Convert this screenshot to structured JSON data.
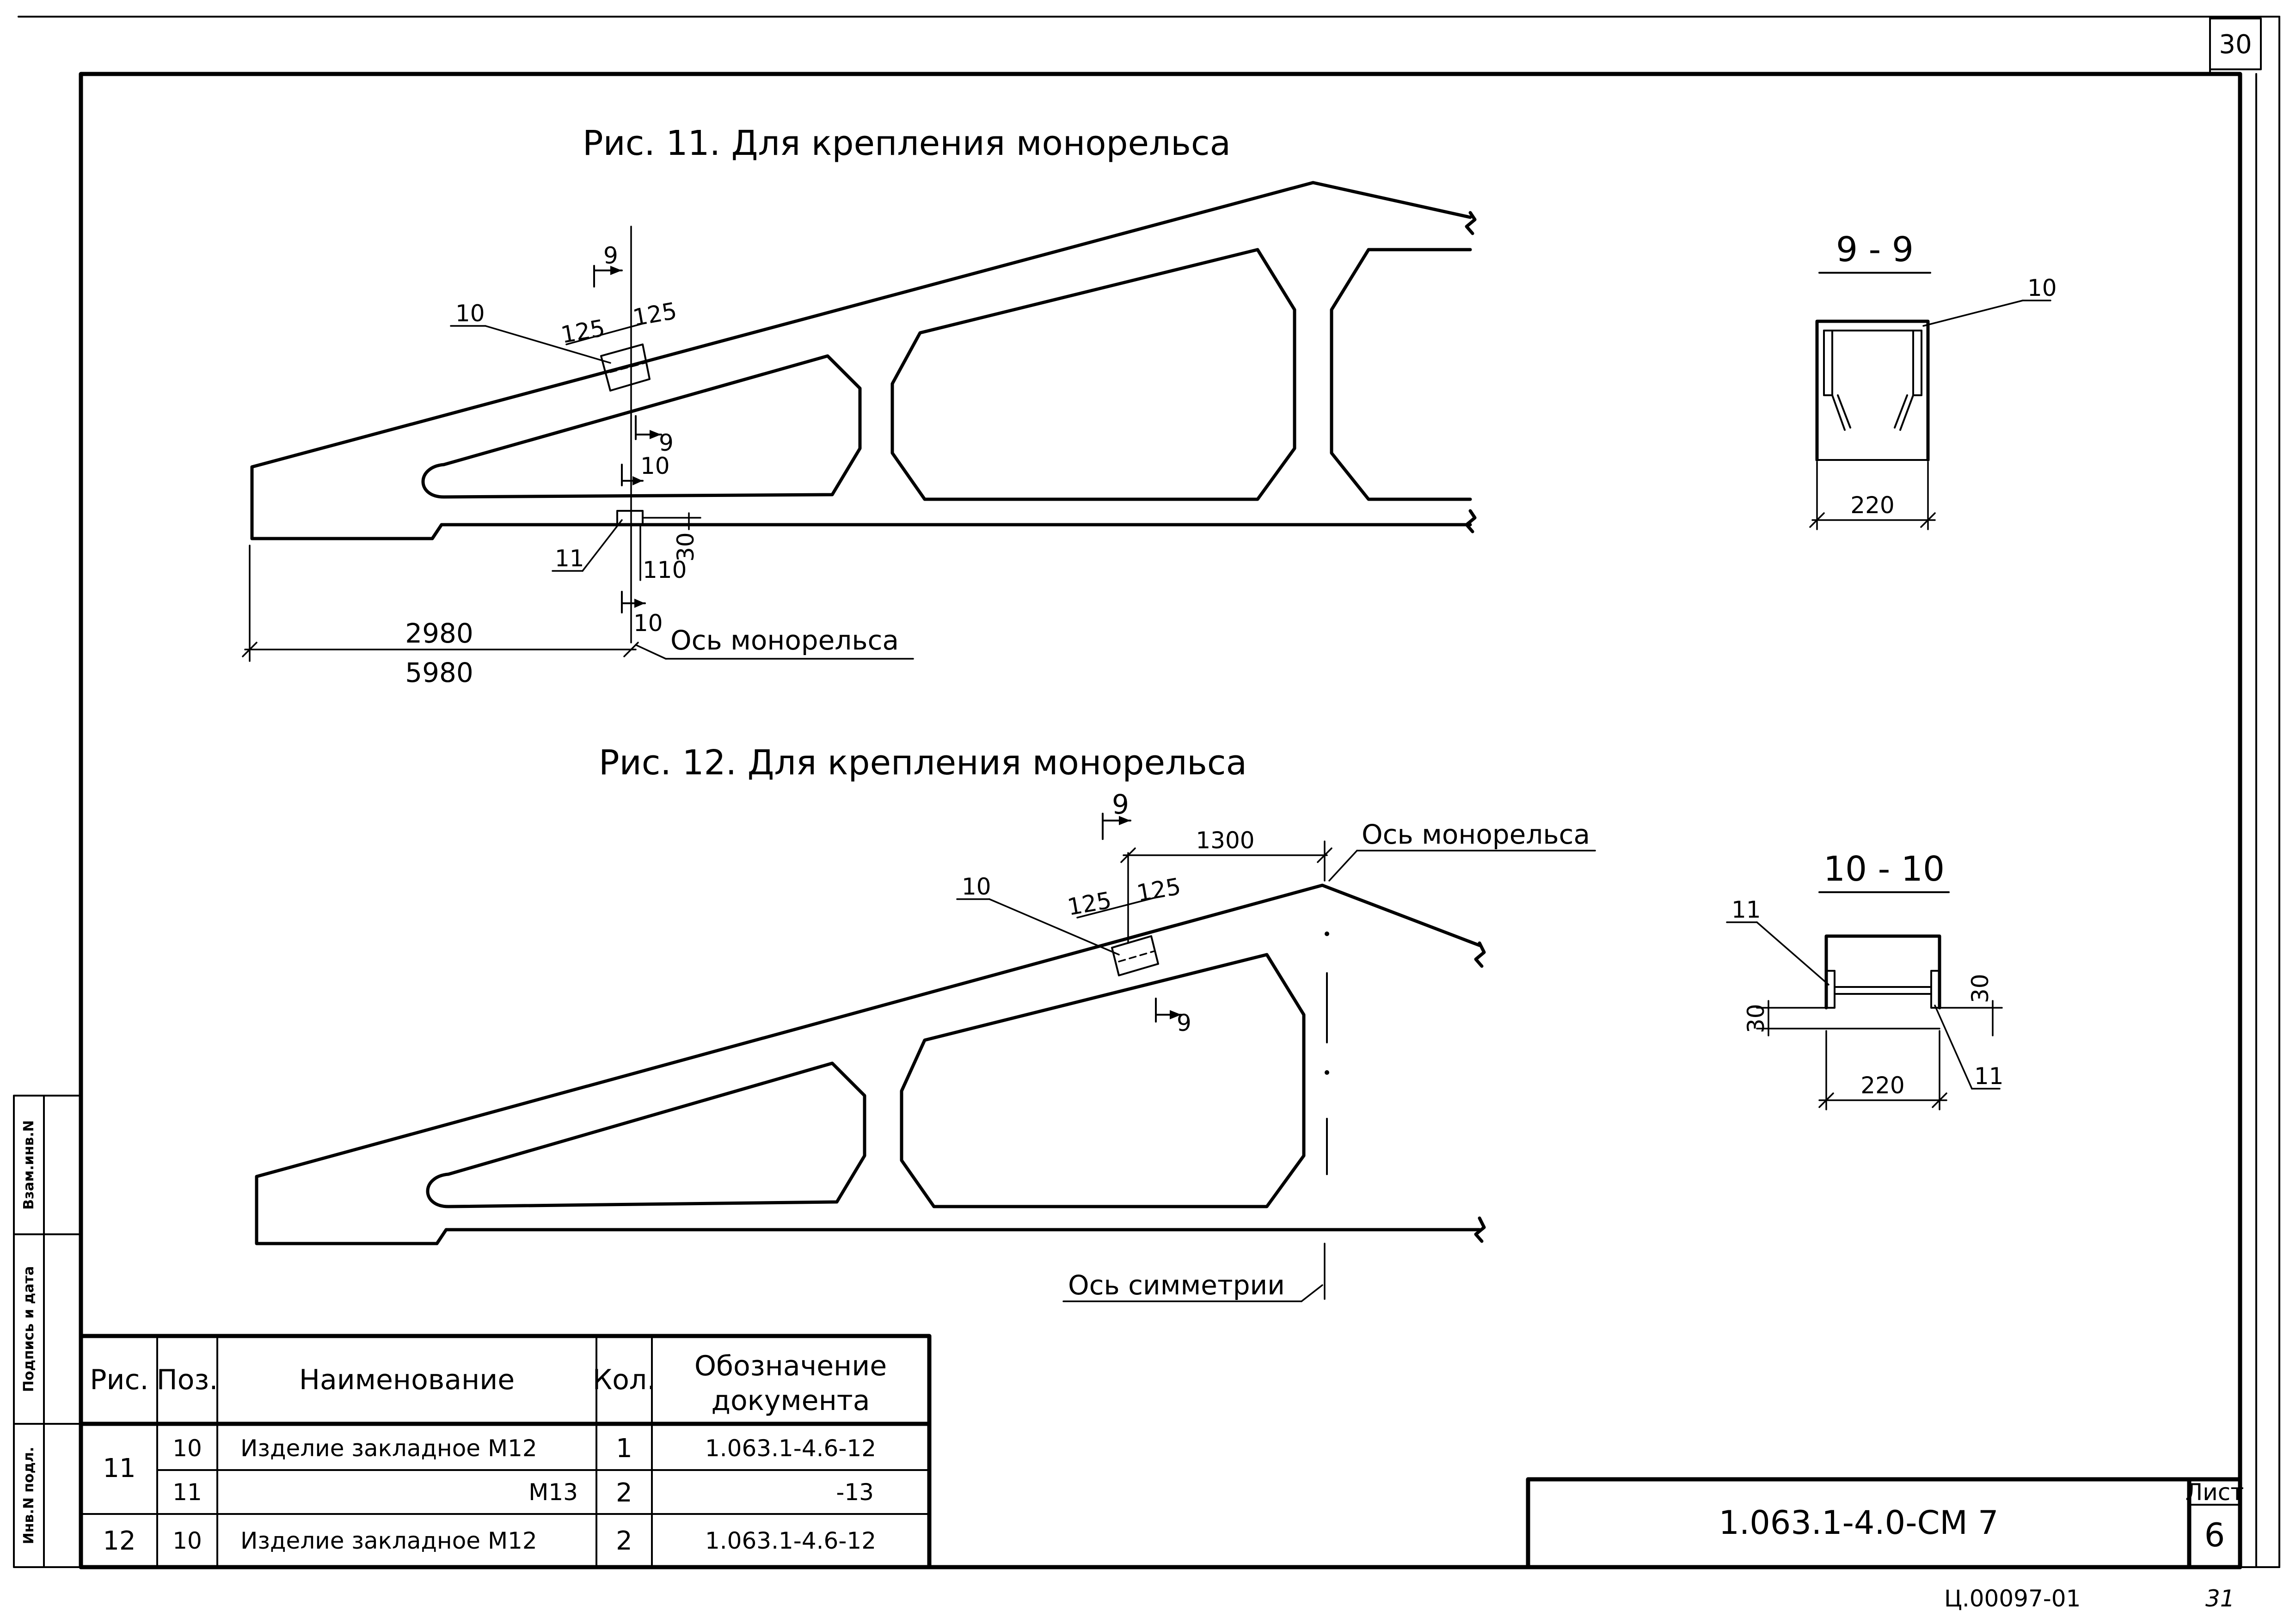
{
  "sheet": {
    "sheet_number_top": "30",
    "bottom_code": "Ц.00097-01",
    "bottom_page": "31",
    "designation": "1.063.1-4.0-СМ 7",
    "list_label": "Лист",
    "list_number": "6"
  },
  "side_stamp": {
    "cell1": "Взам.инв.N",
    "cell2": "Подпись и дата",
    "cell3": "Инв.N подл."
  },
  "fig11": {
    "caption": "Рис. 11. Для крепления монорельса",
    "pos_10": "10",
    "pos_11": "11",
    "cut_9": "9",
    "cut_10": "10",
    "dim_125_left": "125",
    "dim_125_right": "125",
    "dim_30": "30",
    "dim_110": "110",
    "dim_10": "10",
    "dim_2980": "2980",
    "dim_5980": "5980",
    "axis_label": "Ось монорельса"
  },
  "fig12": {
    "caption": "Рис. 12. Для крепления монорельса",
    "pos_10": "10",
    "cut_9": "9",
    "dim_125_left": "125",
    "dim_125_right": "125",
    "dim_1300": "1300",
    "axis_label": "Ось монорельса",
    "symmetry_label": "Ось симметрии"
  },
  "section_9_9": {
    "title": "9 - 9",
    "pos_10": "10",
    "dim_220": "220"
  },
  "section_10_10": {
    "title": "10 - 10",
    "pos_11_top": "11",
    "pos_11_bottom": "11",
    "dim_30_left": "30",
    "dim_30_right": "30",
    "dim_220": "220"
  },
  "spec_table": {
    "headers": [
      "Рис.",
      "Поз.",
      "Наименование",
      "Кол.",
      "Обозначение",
      "документа"
    ],
    "rows": [
      {
        "fig": "11",
        "pos": "10",
        "name": "Изделие закладное М12",
        "qty": "1",
        "doc": "1.063.1-4.6-12"
      },
      {
        "fig": "",
        "pos": "11",
        "name": "М13",
        "qty": "2",
        "doc": "-13"
      },
      {
        "fig": "12",
        "pos": "10",
        "name": "Изделие закладное М12",
        "qty": "2",
        "doc": "1.063.1-4.6-12"
      }
    ]
  }
}
